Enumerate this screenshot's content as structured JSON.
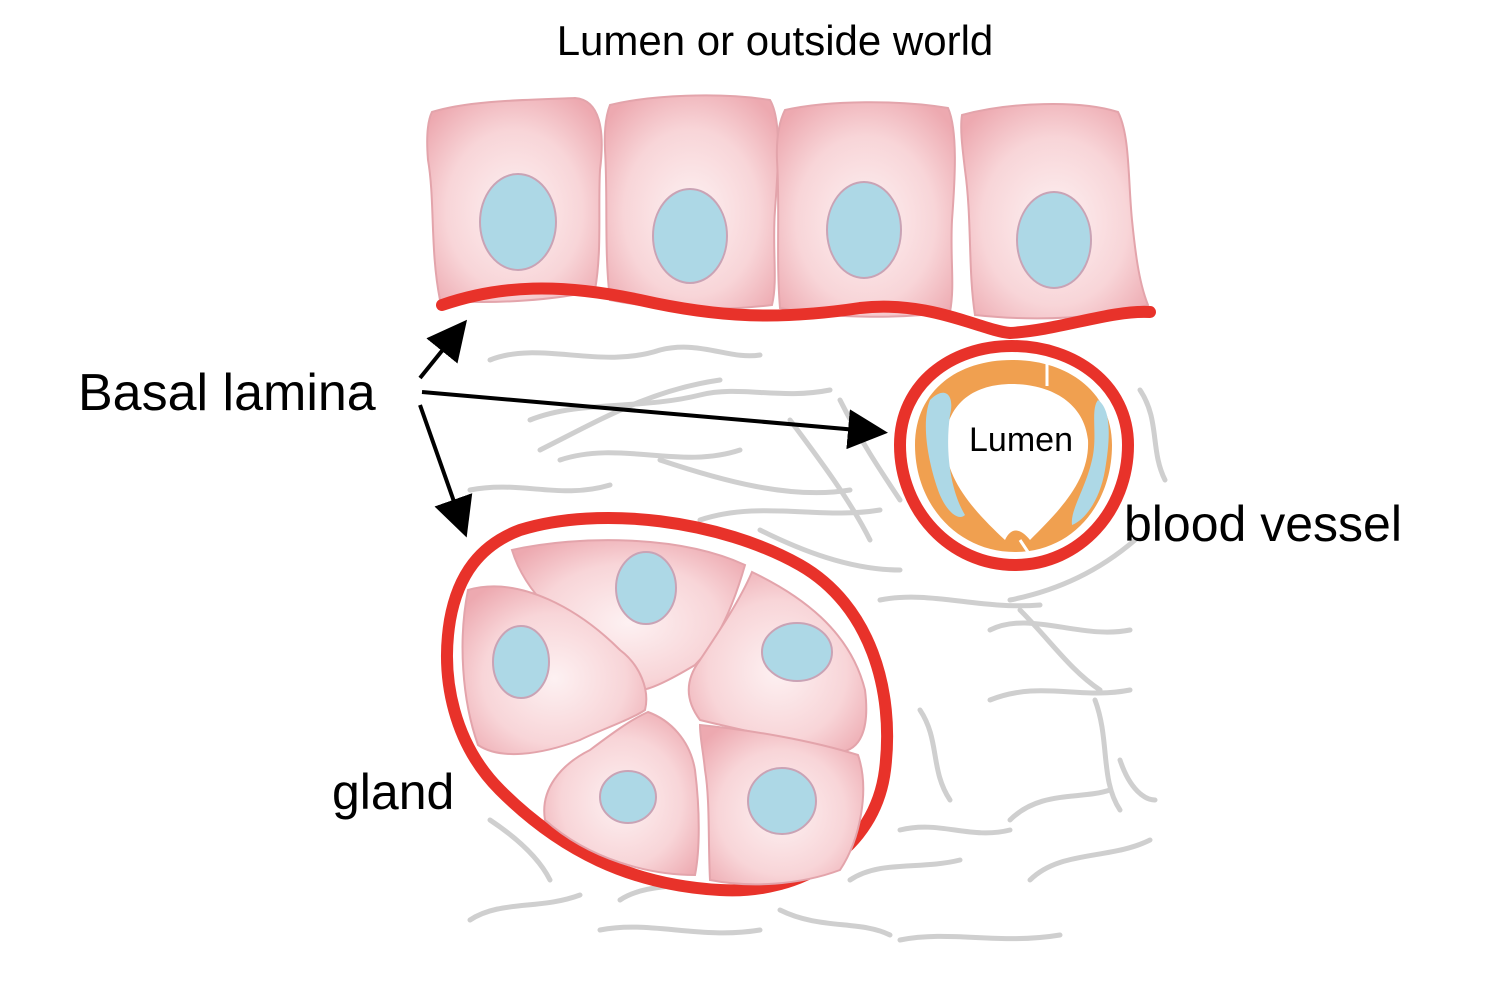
{
  "labels": {
    "top": "Lumen or outside world",
    "basal_lamina": "Basal lamina",
    "vessel_lumen": "Lumen",
    "blood_vessel": "blood vessel",
    "gland": "gland"
  },
  "colors": {
    "basal_lamina": "#e8322a",
    "cell_fill": "#f7cfd2",
    "cell_stroke": "#e3a4ab",
    "nucleus": "#add8e6",
    "endothelium": "#f0a050",
    "fibers": "#c8c8c8",
    "arrows": "#000000"
  }
}
